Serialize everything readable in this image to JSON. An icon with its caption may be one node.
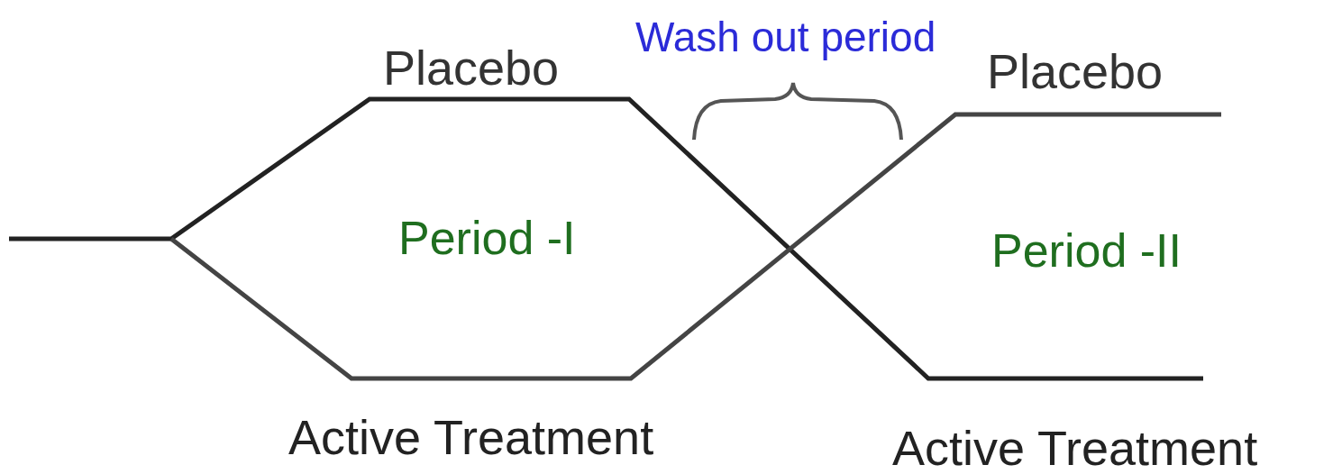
{
  "diagram": {
    "labels": [
      "Placebo",
      "Wash out period",
      "Placebo",
      "Period -I",
      "Period -II",
      "Active Treatment",
      "Active Treatment"
    ]
  }
}
